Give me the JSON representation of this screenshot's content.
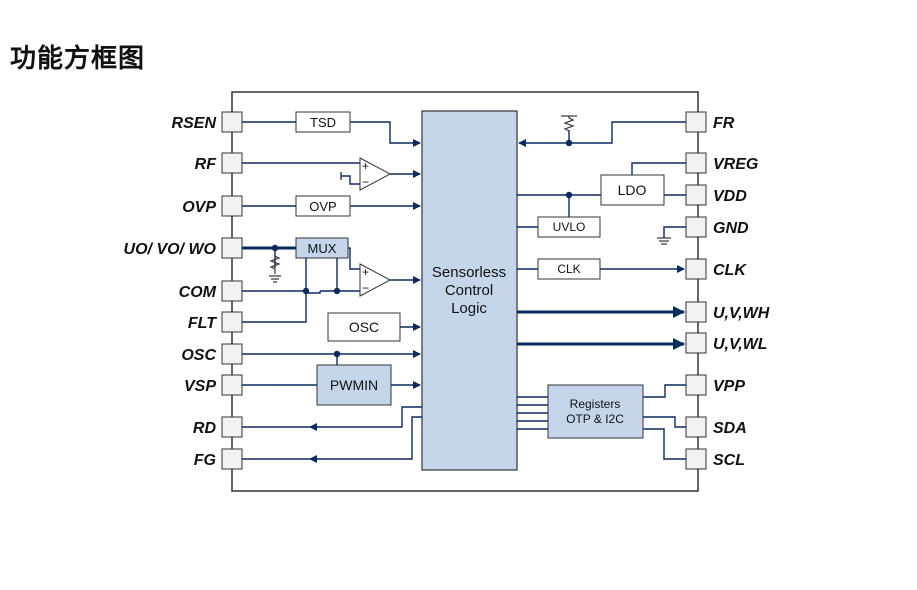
{
  "title": "功能方框图",
  "left_pins": [
    "RSEN",
    "RF",
    "OVP",
    "UO/ VO/ WO",
    "COM",
    "FLT",
    "OSC",
    "VSP",
    "RD",
    "FG"
  ],
  "right_pins": [
    "FR",
    "VREG",
    "VDD",
    "GND",
    "CLK",
    "U,V,WH",
    "U,V,WL",
    "VPP",
    "SDA",
    "SCL"
  ],
  "blocks": {
    "tsd": "TSD",
    "ovp": "OVP",
    "mux": "MUX",
    "osc": "OSC",
    "pwmin": "PWMIN",
    "core_lines": [
      "Sensorless",
      "Control",
      "Logic"
    ],
    "ldo": "LDO",
    "uvlo": "UVLO",
    "clk": "CLK",
    "registers_lines": [
      "Registers",
      "OTP & I2C"
    ]
  },
  "comparator_signs": {
    "plus": "+",
    "minus": "−"
  },
  "colors": {
    "line": "#0b2a5e",
    "block_fill": "#c5d5ea",
    "pin_fill": "#f2f2f2"
  }
}
